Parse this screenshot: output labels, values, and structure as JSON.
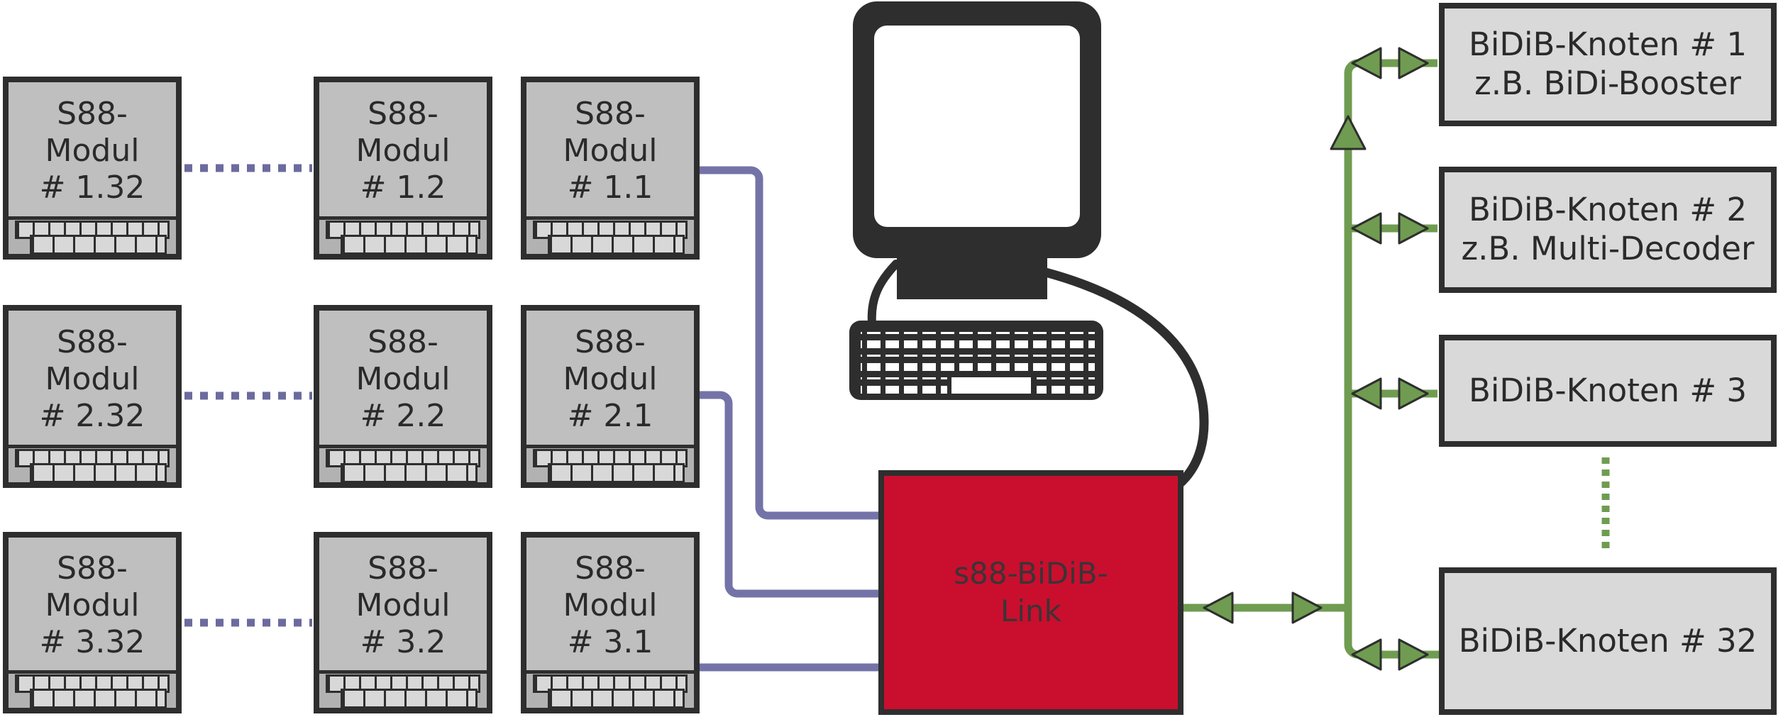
{
  "colors": {
    "background": "#ffffff",
    "dark": "#2e2e2e",
    "s88_box_fill": "#bfbfbf",
    "bidib_box_fill": "#d9d9d9",
    "link_box_fill": "#c90f2d",
    "s88_bus_purple": "#7473a8",
    "bidib_bus_green": "#6f9c51"
  },
  "s88_modules": [
    {
      "text": "S88-\nModul\n# 1.32"
    },
    {
      "text": "S88-\nModul\n# 1.2"
    },
    {
      "text": "S88-\nModul\n# 1.1"
    },
    {
      "text": "S88-\nModul\n# 2.32"
    },
    {
      "text": "S88-\nModul\n# 2.2"
    },
    {
      "text": "S88-\nModul\n# 2.1"
    },
    {
      "text": "S88-\nModul\n# 3.32"
    },
    {
      "text": "S88-\nModul\n# 3.2"
    },
    {
      "text": "S88-\nModul\n# 3.1"
    }
  ],
  "link_box": {
    "text": "s88-BiDiB-\nLink"
  },
  "bidib_nodes": [
    {
      "text": "BiDiB-Knoten # 1\nz.B. BiDi-Booster"
    },
    {
      "text": "BiDiB-Knoten # 2\nz.B. Multi-Decoder"
    },
    {
      "text": "BiDiB-Knoten # 3"
    },
    {
      "text": "BiDiB-Knoten # 32"
    }
  ]
}
